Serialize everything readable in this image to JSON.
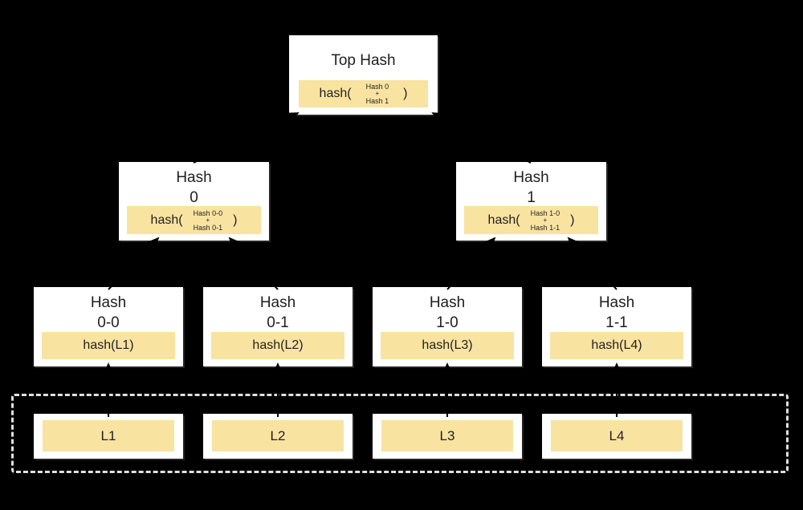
{
  "colors": {
    "background": "#000000",
    "node_fill": "#ffffff",
    "highlight_fill": "#f9e3a1",
    "text": "#1f1f1f",
    "dashed_border": "#e0e0e0",
    "connector": "#000000"
  },
  "tree": {
    "root": {
      "title": "Top Hash",
      "formula": {
        "open": "hash(",
        "top": "Hash 0",
        "plus": "+",
        "bottom": "Hash 1",
        "close": ")"
      }
    },
    "branches": [
      {
        "title_line1": "Hash",
        "title_line2": "0",
        "formula": {
          "open": "hash(",
          "top": "Hash 0-0",
          "plus": "+",
          "bottom": "Hash 0-1",
          "close": ")"
        }
      },
      {
        "title_line1": "Hash",
        "title_line2": "1",
        "formula": {
          "open": "hash(",
          "top": "Hash 1-0",
          "plus": "+",
          "bottom": "Hash 1-1",
          "close": ")"
        }
      }
    ],
    "leaf_hashes": [
      {
        "title_line1": "Hash",
        "title_line2": "0-0",
        "value": "hash(L1)"
      },
      {
        "title_line1": "Hash",
        "title_line2": "0-1",
        "value": "hash(L2)"
      },
      {
        "title_line1": "Hash",
        "title_line2": "1-0",
        "value": "hash(L3)"
      },
      {
        "title_line1": "Hash",
        "title_line2": "1-1",
        "value": "hash(L4)"
      }
    ],
    "data_blocks": [
      {
        "label": "L1"
      },
      {
        "label": "L2"
      },
      {
        "label": "L3"
      },
      {
        "label": "L4"
      }
    ]
  }
}
